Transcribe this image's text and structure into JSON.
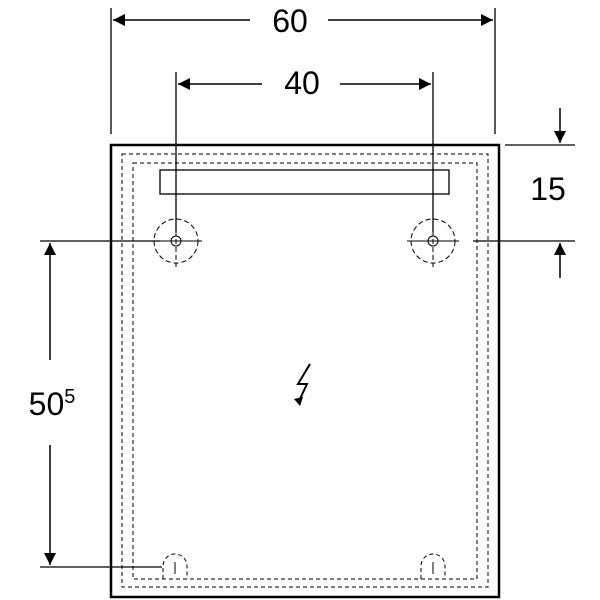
{
  "dimensions": {
    "overall_width": "60",
    "hole_spacing": "40",
    "top_offset": "15",
    "height_main": "50",
    "height_sup": "5"
  },
  "icons": {
    "power": "lightning-icon"
  },
  "colors": {
    "line": "#000000",
    "background": "#ffffff"
  }
}
